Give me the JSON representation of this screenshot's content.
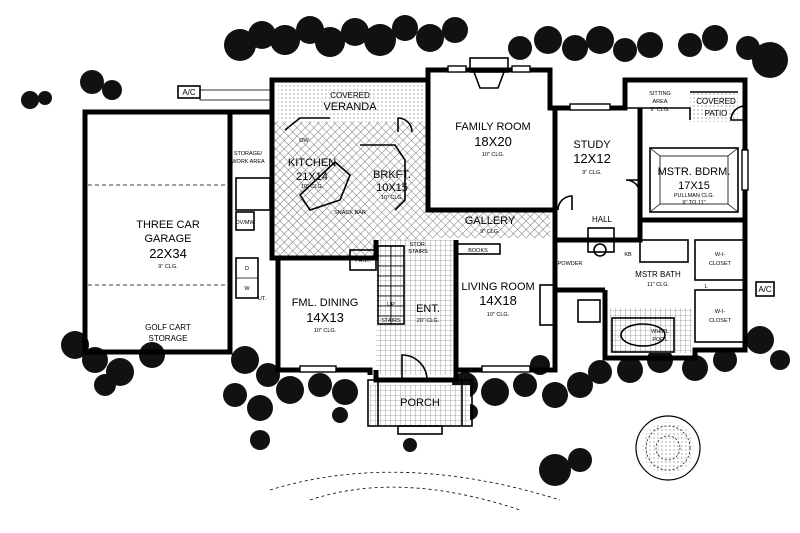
{
  "rooms": {
    "garage": {
      "name_1": "THREE CAR",
      "name_2": "GARAGE",
      "size": "22X34",
      "ceiling": "9\" CLG."
    },
    "golf": {
      "line_1": "GOLF CART",
      "line_2": "STORAGE"
    },
    "storage": {
      "line_1": "STORAGE/",
      "line_2": "WORK AREA"
    },
    "veranda": {
      "line_1": "COVERED",
      "line_2": "VERANDA"
    },
    "kitchen": {
      "name": "KITCHEN",
      "size": "21X14",
      "ceiling": "10\" CLG."
    },
    "brkft": {
      "name": "BRKFT.",
      "size": "10X15",
      "ceiling": "10\" CLG."
    },
    "family": {
      "name": "FAMILY ROOM",
      "size": "18X20",
      "ceiling": "10\" CLG."
    },
    "study": {
      "name": "STUDY",
      "size": "12X12",
      "ceiling": "9\" CLG."
    },
    "sitting": {
      "line_1": "SITTING",
      "line_2": "AREA",
      "ceiling": "9\" CLG."
    },
    "patio": {
      "line_1": "COVERED",
      "line_2": "PATIO"
    },
    "master": {
      "name": "MSTR. BDRM.",
      "size": "17X15",
      "ceiling_1": "PULLMAN CLG.",
      "ceiling_2": "9\" TO 11\""
    },
    "gallery": {
      "name": "GALLERY",
      "ceiling": "9\" CLG."
    },
    "hall": "HALL",
    "fml_dining": {
      "name": "FML. DINING",
      "size": "14X13",
      "ceiling": "10\" CLG."
    },
    "living": {
      "name": "LIVING ROOM",
      "size": "14X18",
      "ceiling": "10\" CLG."
    },
    "ent": {
      "name": "ENT.",
      "ceiling": "20\" CLG."
    },
    "porch": "PORCH",
    "mstr_bath": {
      "name": "MSTR BATH",
      "ceiling": "11\" CLG."
    },
    "wi_closet": "W-I-",
    "closet": "CLOSET",
    "whirl": {
      "line_1": "WHIRL",
      "line_2": "POOL"
    }
  },
  "small_labels": {
    "ac": "A/C",
    "ow": "OW",
    "ov_mw": "OV/MW",
    "snack_bar": "SNACK BAR",
    "stor_stairs_1": "STOR.",
    "stor_stairs_2": "STAIRS",
    "pant": "PANT.",
    "books": "BOOKS",
    "up": "UP",
    "stairs": "STAIRS",
    "powder": "POWDER",
    "kb": "KB",
    "d": "D",
    "w": "W",
    "ut": "UT.",
    "l": "L"
  },
  "colors": {
    "ink": "#000000",
    "paper": "#ffffff"
  }
}
